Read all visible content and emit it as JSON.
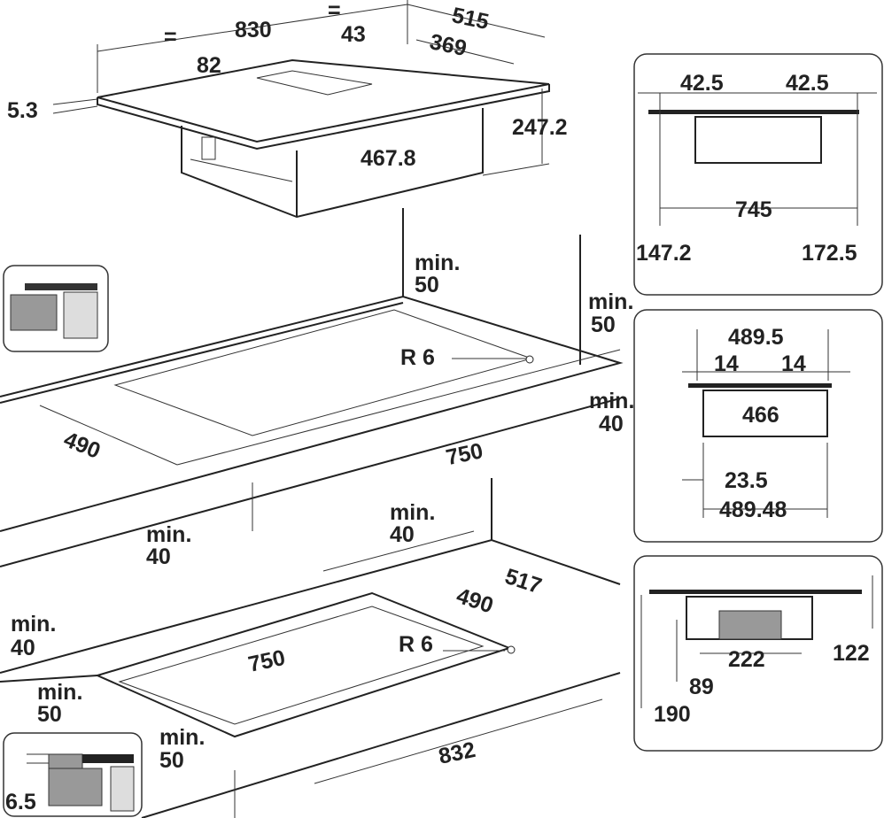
{
  "top_view": {
    "eq_left": "=",
    "width": "830",
    "eq_right": "=",
    "vent_offset": "43",
    "depth": "515",
    "vent_depth": "369",
    "vent_left": "82",
    "glass_thickness": "5.3",
    "total_height": "247.2",
    "box_width": "467.8"
  },
  "side_view_1": {
    "left_margin": "42.5",
    "right_margin": "42.5",
    "box_width": "745",
    "left_height": "147.2",
    "right_height": "172.5"
  },
  "side_view_2": {
    "total": "489.5",
    "left": "14",
    "right": "14",
    "box": "466",
    "offset": "23.5",
    "bottom": "489.48"
  },
  "side_view_3": {
    "outlet_width": "222",
    "height_right": "122",
    "outlet_height": "89",
    "total_height": "190"
  },
  "cutout_1": {
    "min_back_label": "min.",
    "min_back_value": "50",
    "min_wall_label": "min.",
    "min_wall_value": "50",
    "radius": "R 6",
    "min_side_label": "min.",
    "min_side_value": "40",
    "depth": "490",
    "width": "750",
    "min_front_label": "min.",
    "min_front_value": "40"
  },
  "cutout_2": {
    "min_back_label": "min.",
    "min_back_value": "40",
    "outer_depth": "517",
    "depth": "490",
    "radius": "R 6",
    "width": "750",
    "min_left_label": "min.",
    "min_left_value": "40",
    "min_front_label": "min.",
    "min_front_value": "50",
    "min_bottom_label": "min.",
    "min_bottom_value": "50",
    "outer_width": "832"
  },
  "flush_icon": {
    "thickness": "6.5"
  }
}
